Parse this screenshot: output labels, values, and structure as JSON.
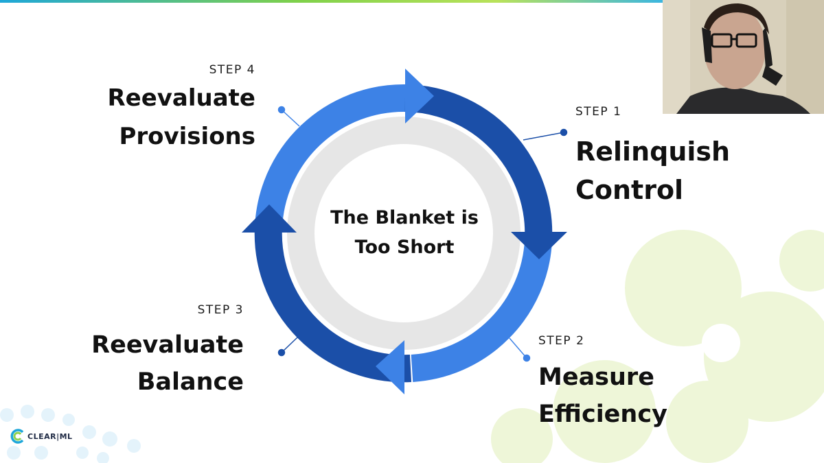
{
  "diagram": {
    "center_title": "The Blanket is Too Short",
    "steps": [
      {
        "label": "STEP 1",
        "title_lines": [
          "Relinquish",
          "Control"
        ]
      },
      {
        "label": "STEP 2",
        "title_lines": [
          "Measure",
          "Efficiency"
        ]
      },
      {
        "label": "STEP 3",
        "title_lines": [
          "Reevaluate",
          "Balance"
        ]
      },
      {
        "label": "STEP 4",
        "title_lines": [
          "Reevaluate",
          "Provisions"
        ]
      }
    ]
  },
  "logo": {
    "text": "CLEAR|ML"
  },
  "colors": {
    "ring_dark": "#1b4fa8",
    "ring_light": "#3d82e6",
    "ring_inner": "#e8e8e8",
    "accent_green": "#8fd14f",
    "accent_blue": "#1ea7d9"
  }
}
